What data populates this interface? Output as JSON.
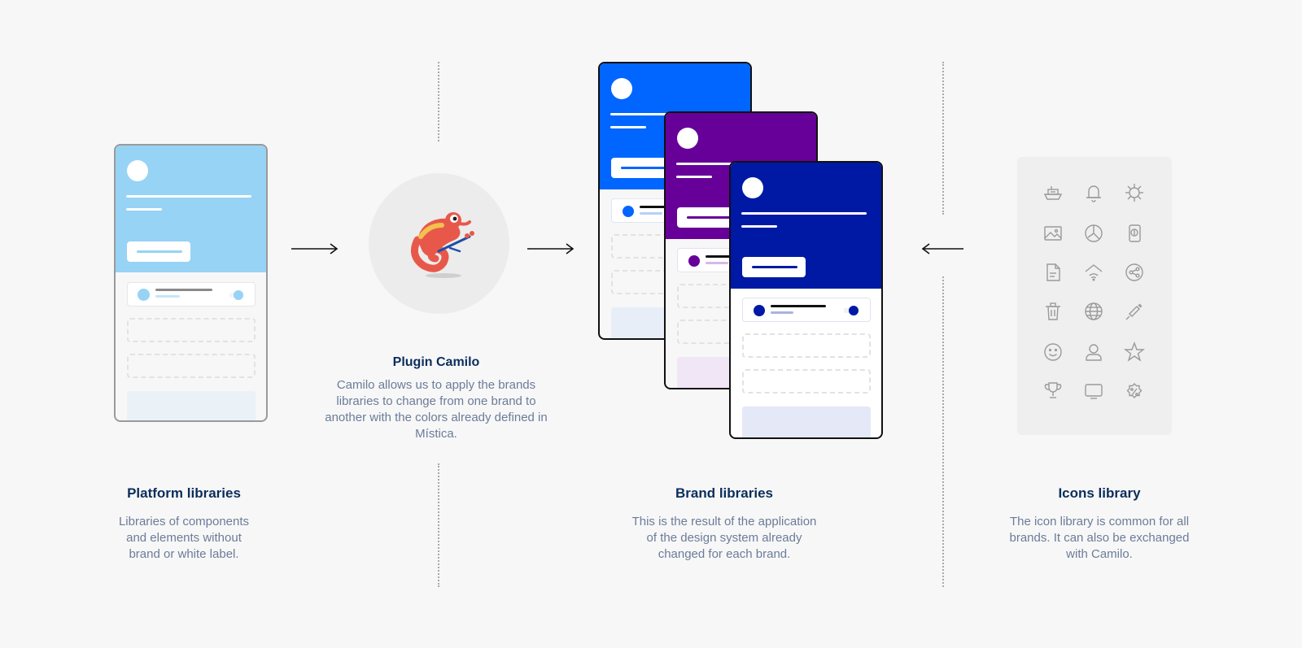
{
  "columns": {
    "platform": {
      "title": "Platform libraries",
      "description_lines": [
        "Libraries of components",
        "and elements without",
        "brand or white label."
      ]
    },
    "plugin": {
      "title": "Plugin Camilo",
      "description_lines": [
        "Camilo allows us to apply the brands",
        "libraries to change from one brand to",
        "another with the colors already defined in",
        "Mística."
      ]
    },
    "brand": {
      "title": "Brand libraries",
      "description_lines": [
        "This is the result of the application",
        "of the design system already",
        "changed for each brand."
      ]
    },
    "icons": {
      "title": "Icons library",
      "description_lines": [
        "The icon library is common for all",
        "brands. It can also be exchanged",
        "with Camilo."
      ]
    }
  },
  "colors": {
    "platform_header": "#97d3f5",
    "brand_blue": "#0066ff",
    "brand_purple": "#660099",
    "brand_navy": "#0019a5",
    "title_text": "#0b2d5c",
    "body_text": "#6b7c99"
  },
  "icons_grid": [
    "ship-icon",
    "bell-icon",
    "virus-icon",
    "image-icon",
    "chart-icon",
    "dollar-phone-icon",
    "document-icon",
    "home-wifi-icon",
    "share-icon",
    "trash-icon",
    "globe-icon",
    "syringe-icon",
    "smiley-icon",
    "user-icon",
    "star-icon",
    "trophy-icon",
    "monitor-icon",
    "settings-percent-icon"
  ]
}
